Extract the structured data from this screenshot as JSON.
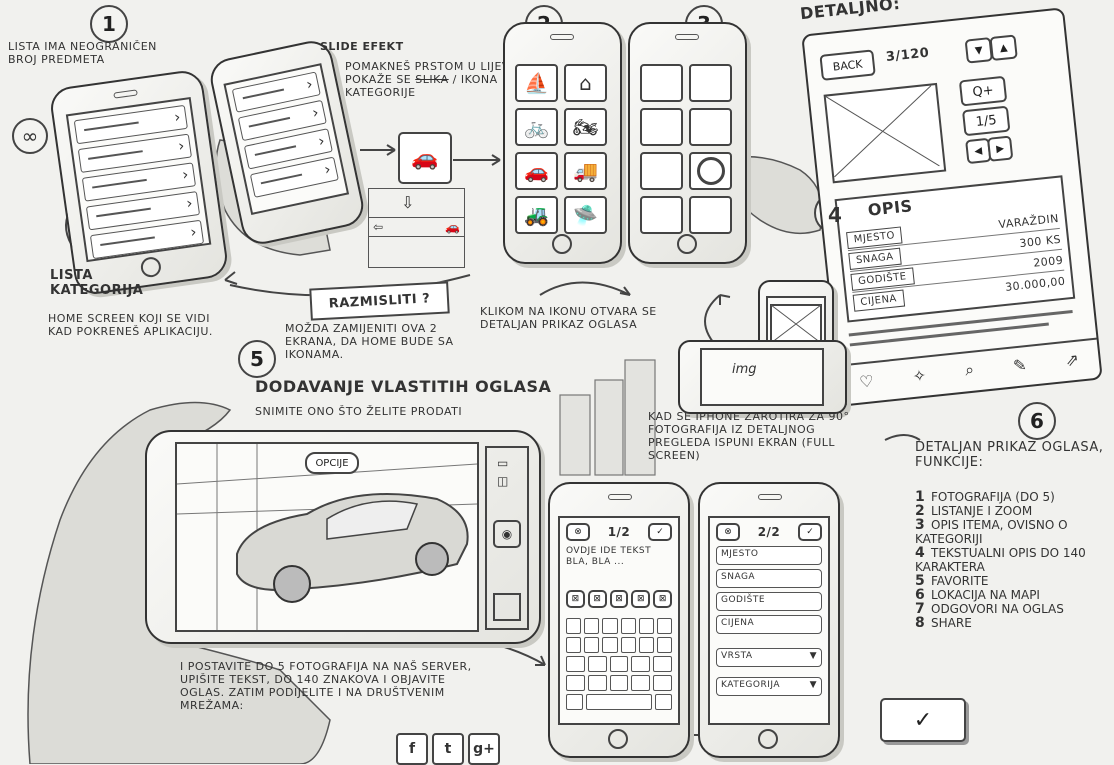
{
  "s1": {
    "num": "1",
    "note_infinite": "LISTA IMA NEOGRANIČEN BROJ PREDMETA",
    "infinity": "∞",
    "title": "LISTA KATEGORIJA",
    "desc": "HOME SCREEN KOJI SE VIDI KAD POKRENEŠ APLIKACIJU."
  },
  "swipe": {
    "title": "SLIDE EFEKT",
    "desc_a": "POMAKNEŠ PRSTOM U LIJEVO I POKAŽE SE",
    "desc_strike": "SLIKA",
    "desc_b": "/ IKONA KATEGORIJE"
  },
  "think": {
    "label": "RAZMISLITI ?",
    "desc": "MOŽDA ZAMIJENITI OVA 2 EKRANA, DA HOME BUDE SA IKONAMA."
  },
  "s2": {
    "num": "2",
    "desc": "KLIKOM NA IKONU OTVARA SE DETALJAN PRIKAZ OGLASA"
  },
  "s3": {
    "num": "3"
  },
  "s4": {
    "num": "4"
  },
  "detail": {
    "heading": "DETALJNO:",
    "back": "BACK",
    "counter": "3/120",
    "zoom_label": "Q+",
    "photo_counter": "1/5",
    "desc_title": "OPIS",
    "rows": [
      {
        "label": "MJESTO",
        "value": "VARAŽDIN"
      },
      {
        "label": "SNAGA",
        "value": "300 KS"
      },
      {
        "label": "GODIŠTE",
        "value": "2009"
      },
      {
        "label": "CIJENA",
        "value": "30.000,00"
      }
    ]
  },
  "rotate": {
    "img_label": "img",
    "desc": "KAD SE IPHONE ZAROTIRA ZA 90° FOTOGRAFIJA IZ DETALJNOG PREGLEDA ISPUNI EKRAN (FULL SCREEN)"
  },
  "s5": {
    "num": "5",
    "title": "DODAVANJE VLASTITIH OGLASA",
    "subtitle": "SNIMITE ONO ŠTO ŽELITE PRODATI",
    "options": "OPCIJE",
    "desc": "I POSTAVITE DO 5 FOTOGRAFIJA NA NAŠ SERVER, UPIŠITE TEKST, DO 140 ZNAKOVA I OBJAVITE OGLAS. ZATIM PODIJELITE I NA DRUŠTVENIM MREŽAMA:",
    "social": [
      "f",
      "t",
      "g+"
    ]
  },
  "form1": {
    "counter": "1/2",
    "text": "OVDJE IDE TEKST BLA, BLA ..."
  },
  "form2": {
    "counter": "2/2",
    "fields": [
      "MJESTO",
      "SNAGA",
      "GODIŠTE",
      "CIJENA"
    ],
    "select1": "VRSTA",
    "select2": "KATEGORIJA"
  },
  "s6": {
    "num": "6",
    "title": "DETALJAN PRIKAZ OGLASA, FUNKCIJE:",
    "items": [
      {
        "n": "1",
        "t": "FOTOGRAFIJA (do 5)"
      },
      {
        "n": "2",
        "t": "LISTANJE I ZOOM"
      },
      {
        "n": "3",
        "t": "OPIS ITEMA, OVISNO O KATEGORIJI"
      },
      {
        "n": "4",
        "t": "TEKSTUALNI OPIS DO 140 KARAKTERA"
      },
      {
        "n": "5",
        "t": "FAVORITE"
      },
      {
        "n": "6",
        "t": "LOKACIJA NA MAPI"
      },
      {
        "n": "7",
        "t": "ODGOVORI NA OGLAS"
      },
      {
        "n": "8",
        "t": "SHARE"
      }
    ]
  },
  "confirm_icon": "check-icon"
}
